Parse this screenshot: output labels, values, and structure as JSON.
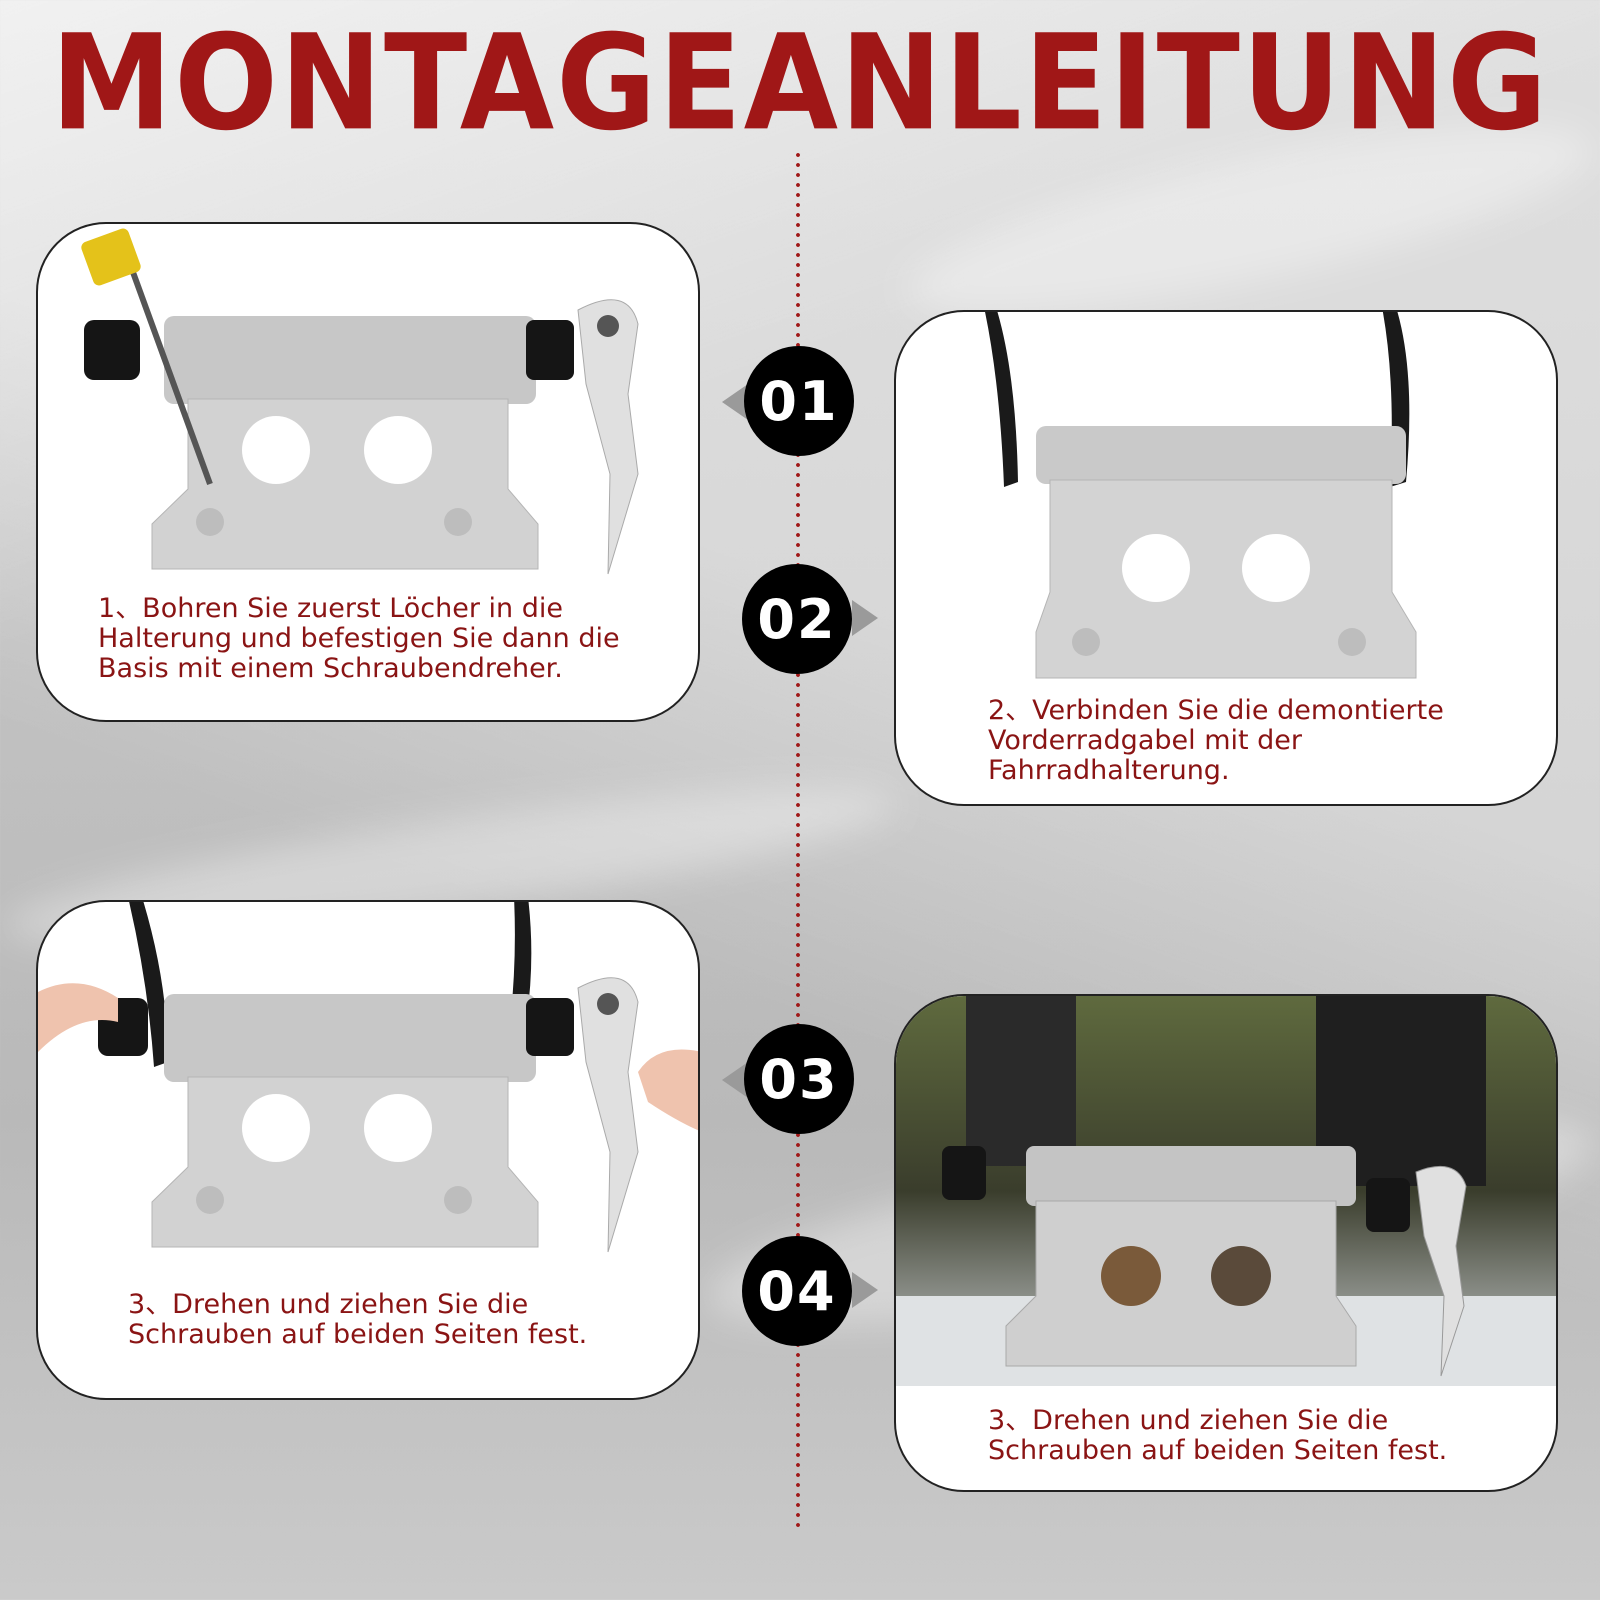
{
  "title": "MONTAGEANLEITUNG",
  "colors": {
    "accent": "#a01717",
    "caption": "#8a1414",
    "badge": "#000000"
  },
  "steps": [
    {
      "number": "01",
      "caption_lines": [
        "1、Bohren Sie zuerst Löcher in die",
        "Halterung und befestigen Sie dann die",
        "Basis mit einem Schraubendreher."
      ]
    },
    {
      "number": "02",
      "caption_lines": [
        "2、Verbinden Sie die demontierte",
        "Vorderradgabel mit der",
        "Fahrradhalterung."
      ]
    },
    {
      "number": "03",
      "caption_lines": [
        "3、Drehen und ziehen Sie die",
        "Schrauben auf beiden Seiten fest."
      ]
    },
    {
      "number": "04",
      "caption_lines": [
        "3、Drehen und ziehen Sie die",
        "Schrauben auf beiden Seiten fest."
      ]
    }
  ]
}
